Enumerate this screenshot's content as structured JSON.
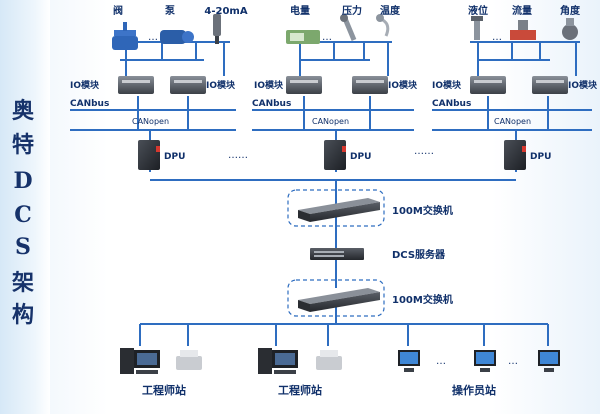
{
  "title_chars": [
    "奥",
    "特",
    "D",
    "C",
    "S",
    "架",
    "构"
  ],
  "groups": [
    {
      "sensors": [
        "阀",
        "泵",
        "4-20mA"
      ],
      "io_label": "IO模块",
      "bus": "CANbus",
      "open": "CANopen",
      "dpu": "DPU"
    },
    {
      "sensors": [
        "电量",
        "压力",
        "温度"
      ],
      "io_label": "IO模块",
      "bus": "CANbus",
      "open": "CANopen",
      "dpu": "DPU"
    },
    {
      "sensors": [
        "液位",
        "流量",
        "角度"
      ],
      "io_label": "IO模块",
      "bus": "CANbus",
      "open": "CANopen",
      "dpu": "DPU"
    }
  ],
  "dots_short": "……",
  "dots_long": "……",
  "switch1": "100M交换机",
  "server": "DCS服务器",
  "switch2": "100M交换机",
  "station1": "工程师站",
  "station2": "工程师站",
  "station3": "操作员站",
  "dots_sensor": "…",
  "dots_op": "…",
  "colors": {
    "line": "#2e6dc0",
    "text": "#10306a",
    "title": "#16326a"
  }
}
